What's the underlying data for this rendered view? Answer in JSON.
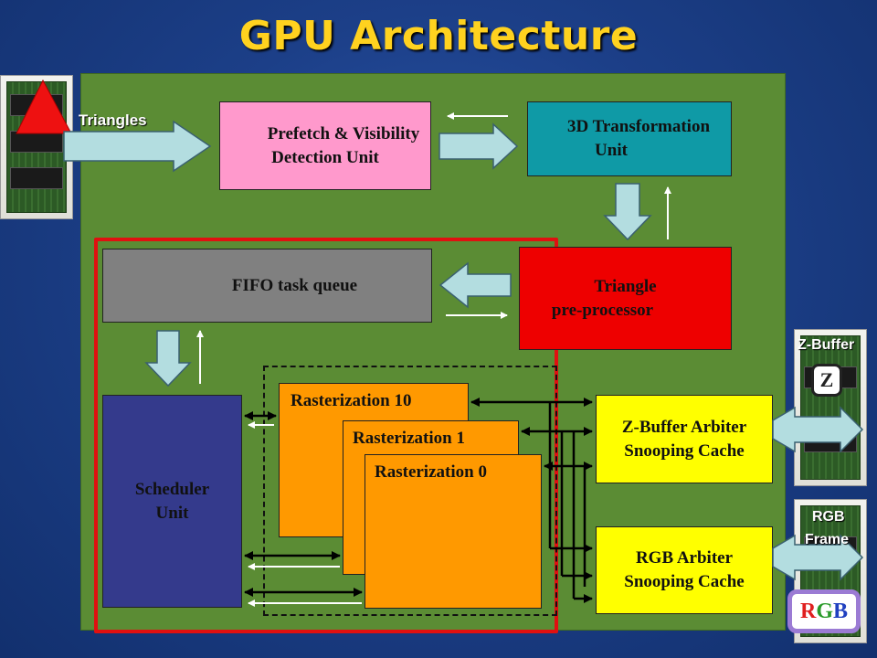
{
  "title": "GPU Architecture",
  "input_label": "Triangles",
  "units": {
    "prefetch": [
      "Prefetch & Visibility",
      "Detection Unit"
    ],
    "transform": [
      "3D Transformation",
      "Unit"
    ],
    "fifo": "FIFO task queue",
    "triangle": [
      "Triangle",
      "pre-processor"
    ],
    "scheduler": [
      "Scheduler",
      "Unit"
    ],
    "raster10": "Rasterization 10",
    "raster1": "Rasterization 1",
    "raster0": "Rasterization 0",
    "zbuffer": [
      "Z-Buffer Arbiter",
      "Snooping Cache"
    ],
    "rgb": [
      "RGB Arbiter",
      "Snooping Cache"
    ]
  },
  "memories": {
    "zbuffer_label": "Z-Buffer",
    "zbuffer_glyph": "Z",
    "rgb_label": [
      "RGB",
      "Frame"
    ],
    "rgb_glyph": [
      "R",
      "G",
      "B"
    ]
  },
  "colors": {
    "prefetch": "#ff99cc",
    "transform": "#0f9aa6",
    "fifo": "#808080",
    "triangle": "#ee0000",
    "scheduler": "#343a8c",
    "raster": "#ff9900",
    "cache": "#ffff00",
    "panel": "#5b8c34",
    "highlight": "#e01010",
    "fat_arrow": "#b3dde0"
  }
}
